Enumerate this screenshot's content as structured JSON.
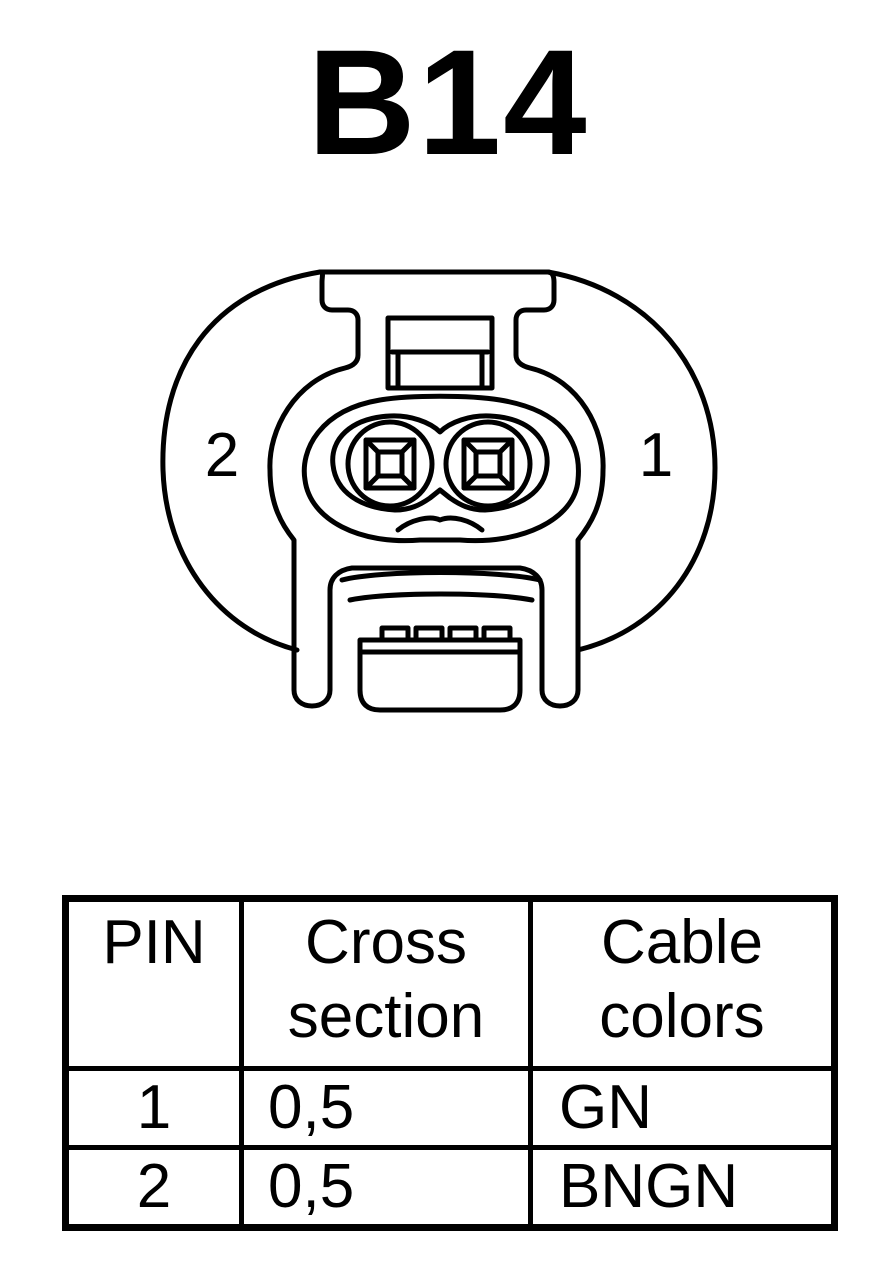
{
  "diagram": {
    "title": "B14",
    "connector": {
      "pin_labels": [
        {
          "id": "pin-2-label",
          "text": "2"
        },
        {
          "id": "pin-1-label",
          "text": "1"
        }
      ]
    }
  },
  "table": {
    "headers": {
      "pin": [
        "PIN"
      ],
      "cross_section": [
        "Cross",
        "section"
      ],
      "cable_colors": [
        "Cable",
        "colors"
      ]
    },
    "rows": [
      {
        "pin": "1",
        "cross_section": "0,5",
        "cable_color": "GN"
      },
      {
        "pin": "2",
        "cross_section": "0,5",
        "cable_color": "BNGN"
      }
    ]
  }
}
